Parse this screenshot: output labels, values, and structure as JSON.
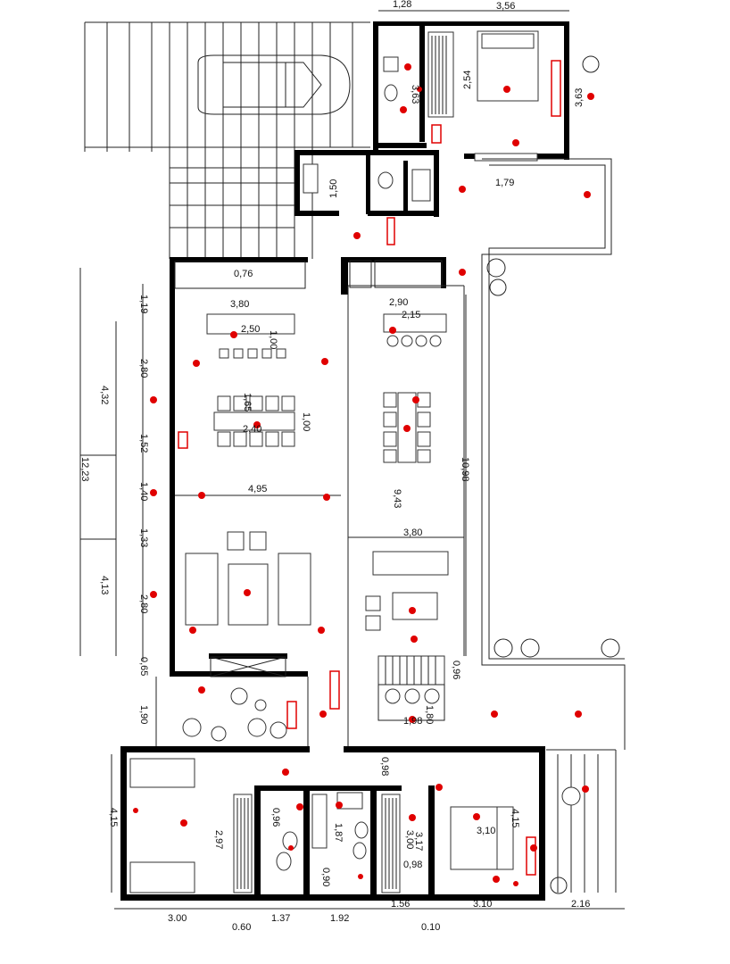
{
  "palette": {
    "wall": "#000000",
    "line": "#222222",
    "electrical": "#e00000",
    "background": "#ffffff"
  },
  "dimensions": {
    "top_1": "1,28",
    "top_2": "3,56",
    "garage_vertical": "3,63",
    "suite_vertical": "2,54",
    "suite_right": "3,63",
    "suite_bottom": "1,79",
    "laundry_vertical": "1,50",
    "kitchen_counter": "0,76",
    "kitchen_width": "3,80",
    "island": "2,50",
    "island_depth": "1,00",
    "dining_gap": "1,65",
    "dining_table": "2,40",
    "dining_depth": "1,00",
    "living_width": "4,95",
    "gallery_width": "2,90",
    "gallery_inner": "2,15",
    "gallery_length": "10,98",
    "gallery_mid": "9,43",
    "tv_width": "3,80",
    "stair_side": "0,96",
    "stair_width": "1,98",
    "stair_depth": "1,80",
    "left_1": "1,19",
    "left_2": "2,80",
    "left_3": "4,32",
    "left_4": "1,52",
    "left_5": "12,23",
    "left_6": "1,40",
    "left_7": "1,33",
    "left_8": "4,13",
    "left_9": "2,80",
    "left_10": "0,65",
    "left_11": "1,90",
    "left_12": "4,15",
    "bed1_vertical": "2,97",
    "bath_a": "0,96",
    "bath_b": "1,87",
    "bath_c": "0,90",
    "bed2_a": "0,98",
    "bed2_b": "3,17",
    "bed2_c": "3,00",
    "bed2_d": "0,98",
    "bed2_width": "3,10",
    "bed2_vertical": "4,15",
    "bottom_1": "3.00",
    "bottom_2": "0.60",
    "bottom_3": "1.37",
    "bottom_4": "1.92",
    "bottom_5": "1.56",
    "bottom_6": "3.10",
    "bottom_7": "0.10",
    "bottom_8": "2.16"
  }
}
